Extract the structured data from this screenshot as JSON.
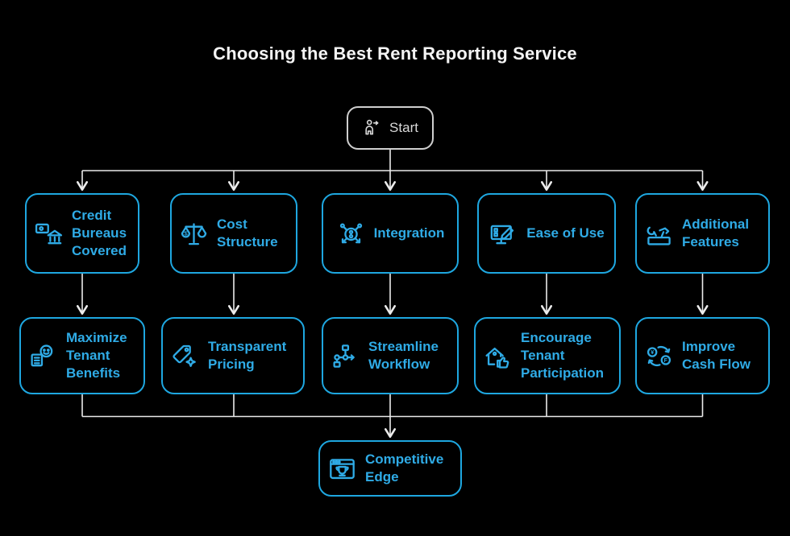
{
  "title": "Choosing the Best Rent Reporting Service",
  "colors": {
    "background": "#000000",
    "node_border": "#1ea7e0",
    "node_text": "#2fabe6",
    "start_border": "#cfcfcf",
    "start_text": "#d9d9d9",
    "connector": "#ebebeb",
    "title_text": "#f4f4f4"
  },
  "start": {
    "label": "Start",
    "icon": "person-start-icon"
  },
  "criteria": [
    {
      "label": "Credit Bureaus Covered",
      "icon": "bank-credit-icon"
    },
    {
      "label": "Cost Structure",
      "icon": "balance-scale-icon"
    },
    {
      "label": "Integration",
      "icon": "integration-hub-icon"
    },
    {
      "label": "Ease of Use",
      "icon": "monitor-edit-icon"
    },
    {
      "label": "Additional Features",
      "icon": "tools-icon"
    }
  ],
  "outcomes": [
    {
      "label": "Maximize Tenant Benefits",
      "icon": "tenant-benefits-icon"
    },
    {
      "label": "Transparent Pricing",
      "icon": "price-tag-icon"
    },
    {
      "label": "Streamline Workflow",
      "icon": "workflow-icon"
    },
    {
      "label": "Encourage Tenant Participation",
      "icon": "house-thumbs-up-icon"
    },
    {
      "label": "Improve Cash Flow",
      "icon": "currency-exchange-icon"
    }
  ],
  "result": {
    "label": "Competitive Edge",
    "icon": "trophy-window-icon"
  }
}
